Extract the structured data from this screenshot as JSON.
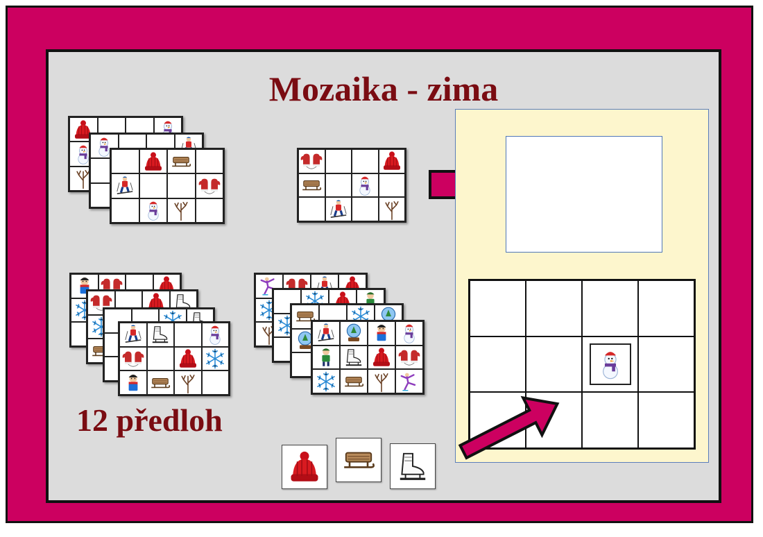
{
  "title": "Mozaika - zima",
  "subtitle": "12 předloh",
  "colors": {
    "frame": "#cc0060",
    "title": "#7a0c12",
    "panel": "#fdf6cd",
    "arrow": "#cc0060"
  },
  "icon_names": [
    "winter-hat",
    "sled",
    "mittens",
    "skier",
    "snowman",
    "bare-tree",
    "ice-skate",
    "snowflake",
    "child-with-scarf",
    "figure-skater",
    "snow-globe",
    "boy-winter"
  ],
  "sample_card": [
    [
      "mittens",
      "",
      "",
      "winter-hat"
    ],
    [
      "sled",
      "",
      "snowman",
      ""
    ],
    [
      "",
      "skier",
      "",
      "bare-tree"
    ]
  ],
  "board": {
    "rows": 3,
    "cols": 4,
    "placed_icon": "snowman"
  },
  "loose_tiles": [
    "winter-hat",
    "sled",
    "ice-skate"
  ]
}
